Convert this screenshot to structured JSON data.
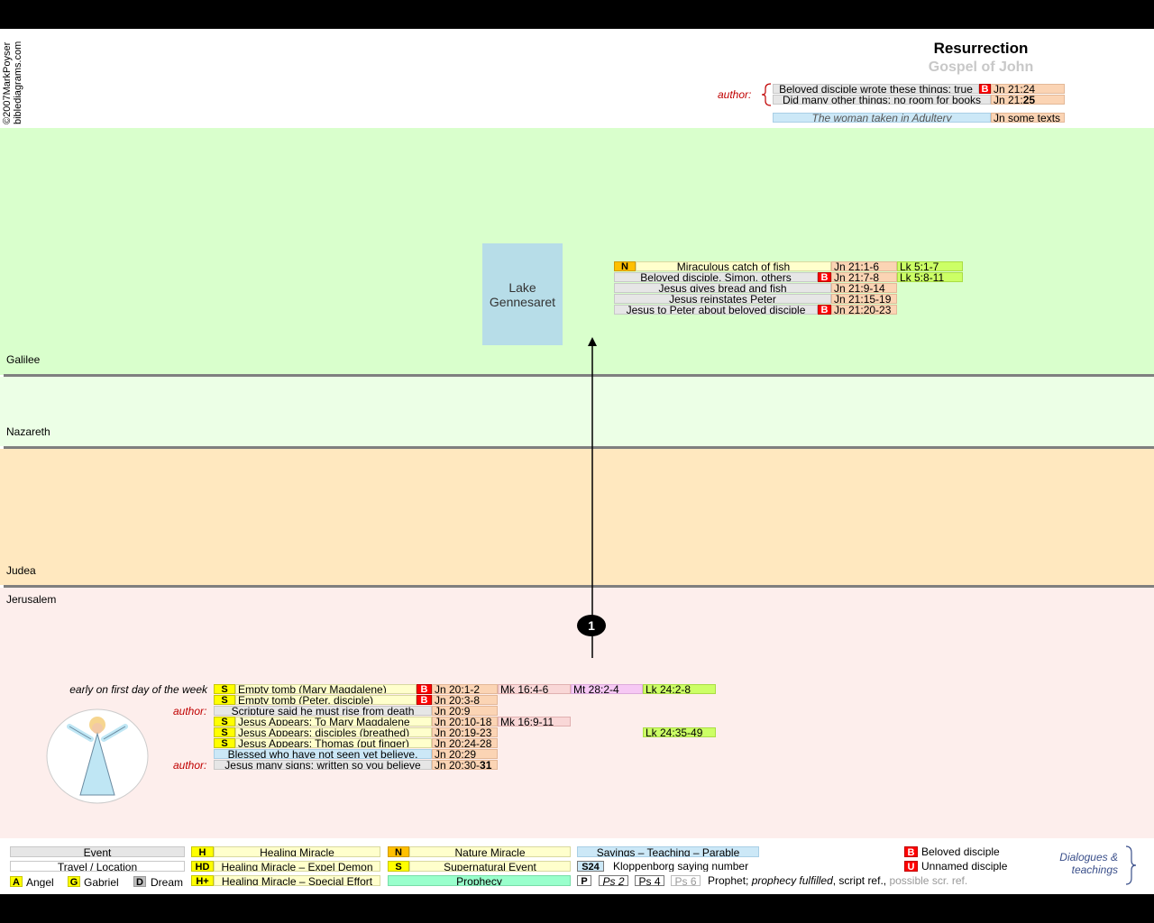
{
  "copyright": {
    "line1": "©2007MarkPoyser",
    "line2": "biblediagrams.com"
  },
  "header": {
    "title": "Resurrection",
    "subtitle": "Gospel of John"
  },
  "author_block": {
    "label": "author:",
    "rows": [
      {
        "text": "Beloved disciple wrote these things; true",
        "badge": "B",
        "ref": "Jn 21:24"
      },
      {
        "text": "Did many other things; no room for books",
        "ref_prefix": "Jn 21:",
        "ref_bold": "25"
      }
    ],
    "woman_text": "The woman taken in Adultery",
    "woman_ref": "Jn some texts"
  },
  "regions": {
    "galilee": "Galilee",
    "nazareth": "Nazareth",
    "judea": "Judea",
    "jerusalem": "Jerusalem"
  },
  "lake": {
    "line1": "Lake",
    "line2": "Gennesaret"
  },
  "galilee_events": [
    {
      "badge": "N",
      "text": "Miraculous catch of fish",
      "jn": "Jn 21:1-6",
      "lk": "Lk 5:1-7"
    },
    {
      "text": "Beloved disciple, Simon, others",
      "badge": "B",
      "jn": "Jn 21:7-8",
      "lk": "Lk 5:8-11"
    },
    {
      "text": "Jesus gives bread and fish",
      "jn": "Jn 21:9-14"
    },
    {
      "text": "Jesus reinstates Peter",
      "jn": "Jn 21:15-19"
    },
    {
      "text": "Jesus to Peter about beloved disciple",
      "badge": "B",
      "jn": "Jn 21:20-23"
    }
  ],
  "journey_marker": "1",
  "jerusalem_events": {
    "label_early": "early on first day of the week",
    "label_author": "author:",
    "rows": [
      {
        "badge": "S",
        "text": "Empty tomb (Mary Magdalene)",
        "bbadge": "B",
        "jn": "Jn 20:1-2",
        "mk": "Mk 16:4-6",
        "mt": "Mt 28:2-4",
        "lk": "Lk 24:2-8"
      },
      {
        "badge": "S",
        "text": "Empty tomb (Peter, disciple)",
        "bbadge": "B",
        "jn": "Jn 20:3-8"
      },
      {
        "text": "Scripture said he must rise from death",
        "jn": "Jn 20:9"
      },
      {
        "badge": "S",
        "text": "Jesus Appears: To Mary Magdalene",
        "jn": "Jn 20:10-18",
        "mk": "Mk 16:9-11"
      },
      {
        "badge": "S",
        "text": "Jesus Appears: disciples (breathed)",
        "jn": "Jn 20:19-23",
        "lk": "Lk 24:35-49"
      },
      {
        "badge": "S",
        "text": "Jesus Appears: Thomas (put finger)",
        "jn": "Jn 20:24-28"
      },
      {
        "text": "Blessed who have not seen yet believe.",
        "jn": "Jn 20:29"
      },
      {
        "text": "Jesus many signs; written so you believe",
        "jn_prefix": "Jn 20:30-",
        "jn_bold": "31"
      }
    ]
  },
  "legend": {
    "event": "Event",
    "travel": "Travel / Location",
    "angel_badge": "A",
    "angel": "Angel",
    "gabriel_badge": "G",
    "gabriel": "Gabriel",
    "dream_badge": "D",
    "dream": "Dream",
    "h_badge": "H",
    "healing": "Healing Miracle",
    "hd_badge": "HD",
    "healing_demon": "Healing Miracle – Expel Demon",
    "hplus_badge": "H+",
    "healing_special": "Healing Miracle – Special Effort",
    "n_badge": "N",
    "nature": "Nature Miracle",
    "s_badge": "S",
    "supernatural": "Supernatural Event",
    "prophecy": "Prophecy",
    "sayings": "Sayings – Teaching – Parable",
    "s24_badge": "S24",
    "kloppenborg": "Kloppenborg saying number",
    "p_badge": "P",
    "ps2": "Ps 2",
    "ps4": "Ps 4",
    "ps6": "Ps 6",
    "prophet_a": "Prophet; ",
    "prophet_b": "prophecy fulfilled",
    "prophet_c": ", script ref., ",
    "prophet_d": "possible scr. ref.",
    "b_badge": "B",
    "beloved": "Beloved disciple",
    "u_badge": "U",
    "unnamed": "Unnamed disciple",
    "dialogues_1": "Dialogues &",
    "dialogues_2": "teachings"
  },
  "colors": {
    "galilee": "#d9ffcc",
    "nazareth": "#ecffe6",
    "judea": "#ffe8bf",
    "jerusalem": "#fdeeec",
    "lake": "#b7dde8"
  }
}
